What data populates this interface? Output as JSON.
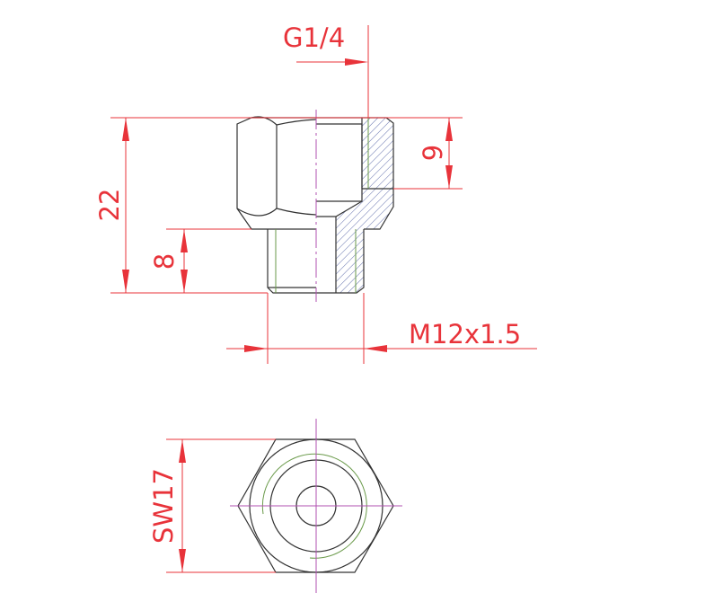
{
  "drawing": {
    "title": "Reducing adapter G1/4 to M12x1.5",
    "dimensions": {
      "thread_top": "G1/4",
      "overall_height": "22",
      "spigot_length": "8",
      "thread_depth": "9",
      "thread_bottom": "M12x1.5",
      "hex_size": "SW17"
    },
    "colors": {
      "outline": "#333333",
      "dimension": "#e8333a",
      "centerline": "#b050b0",
      "thread": "#6a9a4a",
      "hatch": "#4a5aa0"
    }
  }
}
